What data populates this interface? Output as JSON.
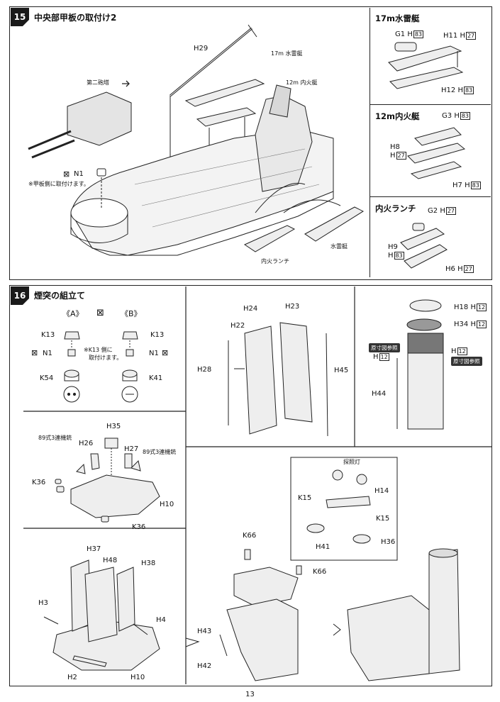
{
  "page_number": "13",
  "step15": {
    "number": "15",
    "title": "中央部甲板の取付け2",
    "labels": {
      "h29": "H29",
      "boat17": "17m 水雷艇",
      "boat12": "12m 内火艇",
      "second_turret": "第二砲塔",
      "n1": "N1",
      "n1_note": "※甲板側に取付けます。",
      "naika_launch": "内火ランチ",
      "suirai": "水雷艇"
    },
    "box_17m": {
      "title": "17m水雷艇",
      "g1": "G1",
      "h": "H",
      "b83": "83",
      "h11": "H11",
      "b27": "27",
      "h12": "H12"
    },
    "box_12m": {
      "title": "12m内火艇",
      "g3": "G3",
      "h": "H",
      "b83": "83",
      "h8": "H8",
      "b27": "27",
      "h7": "H7"
    },
    "box_launch": {
      "title": "内火ランチ",
      "g2": "G2",
      "h": "H",
      "b27": "27",
      "h9": "H9",
      "b83": "83",
      "h6": "H6"
    }
  },
  "step16": {
    "number": "16",
    "title": "煙突の組立て",
    "opt_a": "《A》",
    "opt_b": "《B》",
    "k13": "K13",
    "n1": "N1",
    "k54": "K54",
    "k41": "K41",
    "k13_note_1": "※K13 側に",
    "k13_note_2": "取付けます。",
    "guns_a": "89式3連機銃",
    "guns_b": "89式3連機銃",
    "h35": "H35",
    "h26": "H26",
    "h27": "H27",
    "k36": "K36",
    "h10": "H10",
    "h37": "H37",
    "h48": "H48",
    "h38": "H38",
    "h3": "H3",
    "h4": "H4",
    "h2": "H2",
    "h24": "H24",
    "h23": "H23",
    "h22": "H22",
    "h28": "H28",
    "h45": "H45",
    "h18": "H18",
    "h34": "H34",
    "h": "H",
    "b12": "12",
    "ref1": "原寸図参照",
    "ref2": "原寸図参照",
    "h44": "H44",
    "searchlight": "探照灯",
    "h14": "H14",
    "k15": "K15",
    "h41": "H41",
    "h36": "H36",
    "k66": "K66",
    "h43": "H43",
    "h42": "H42"
  }
}
